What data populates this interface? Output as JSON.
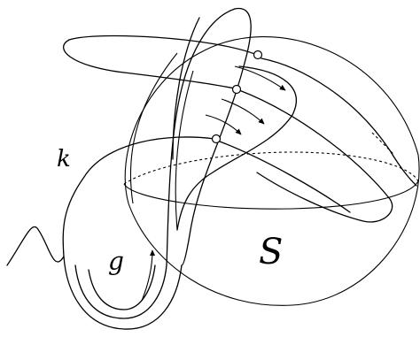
{
  "labels": {
    "k": "k",
    "g": "g",
    "S": "S"
  },
  "colors": {
    "ink": "#000000",
    "paper": "#ffffff"
  }
}
